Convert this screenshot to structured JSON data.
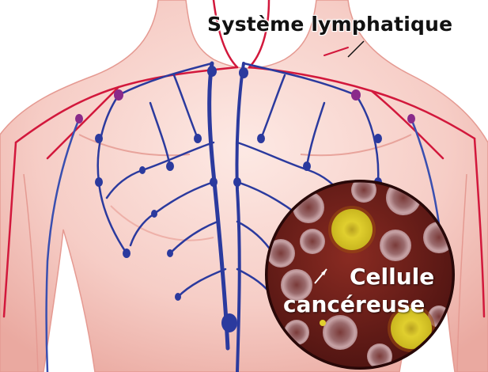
{
  "labels": {
    "title": "Système lymphatique",
    "cell_line1": "Cellule",
    "cell_line2": "cancéreuse"
  },
  "colors": {
    "skin": "#f3c7c0",
    "lymph_blue": "#2b3a9e",
    "vessel_red": "#d2183c",
    "micro_bg": "#6a1e1a",
    "cancer_cell": "#d8c32a"
  }
}
